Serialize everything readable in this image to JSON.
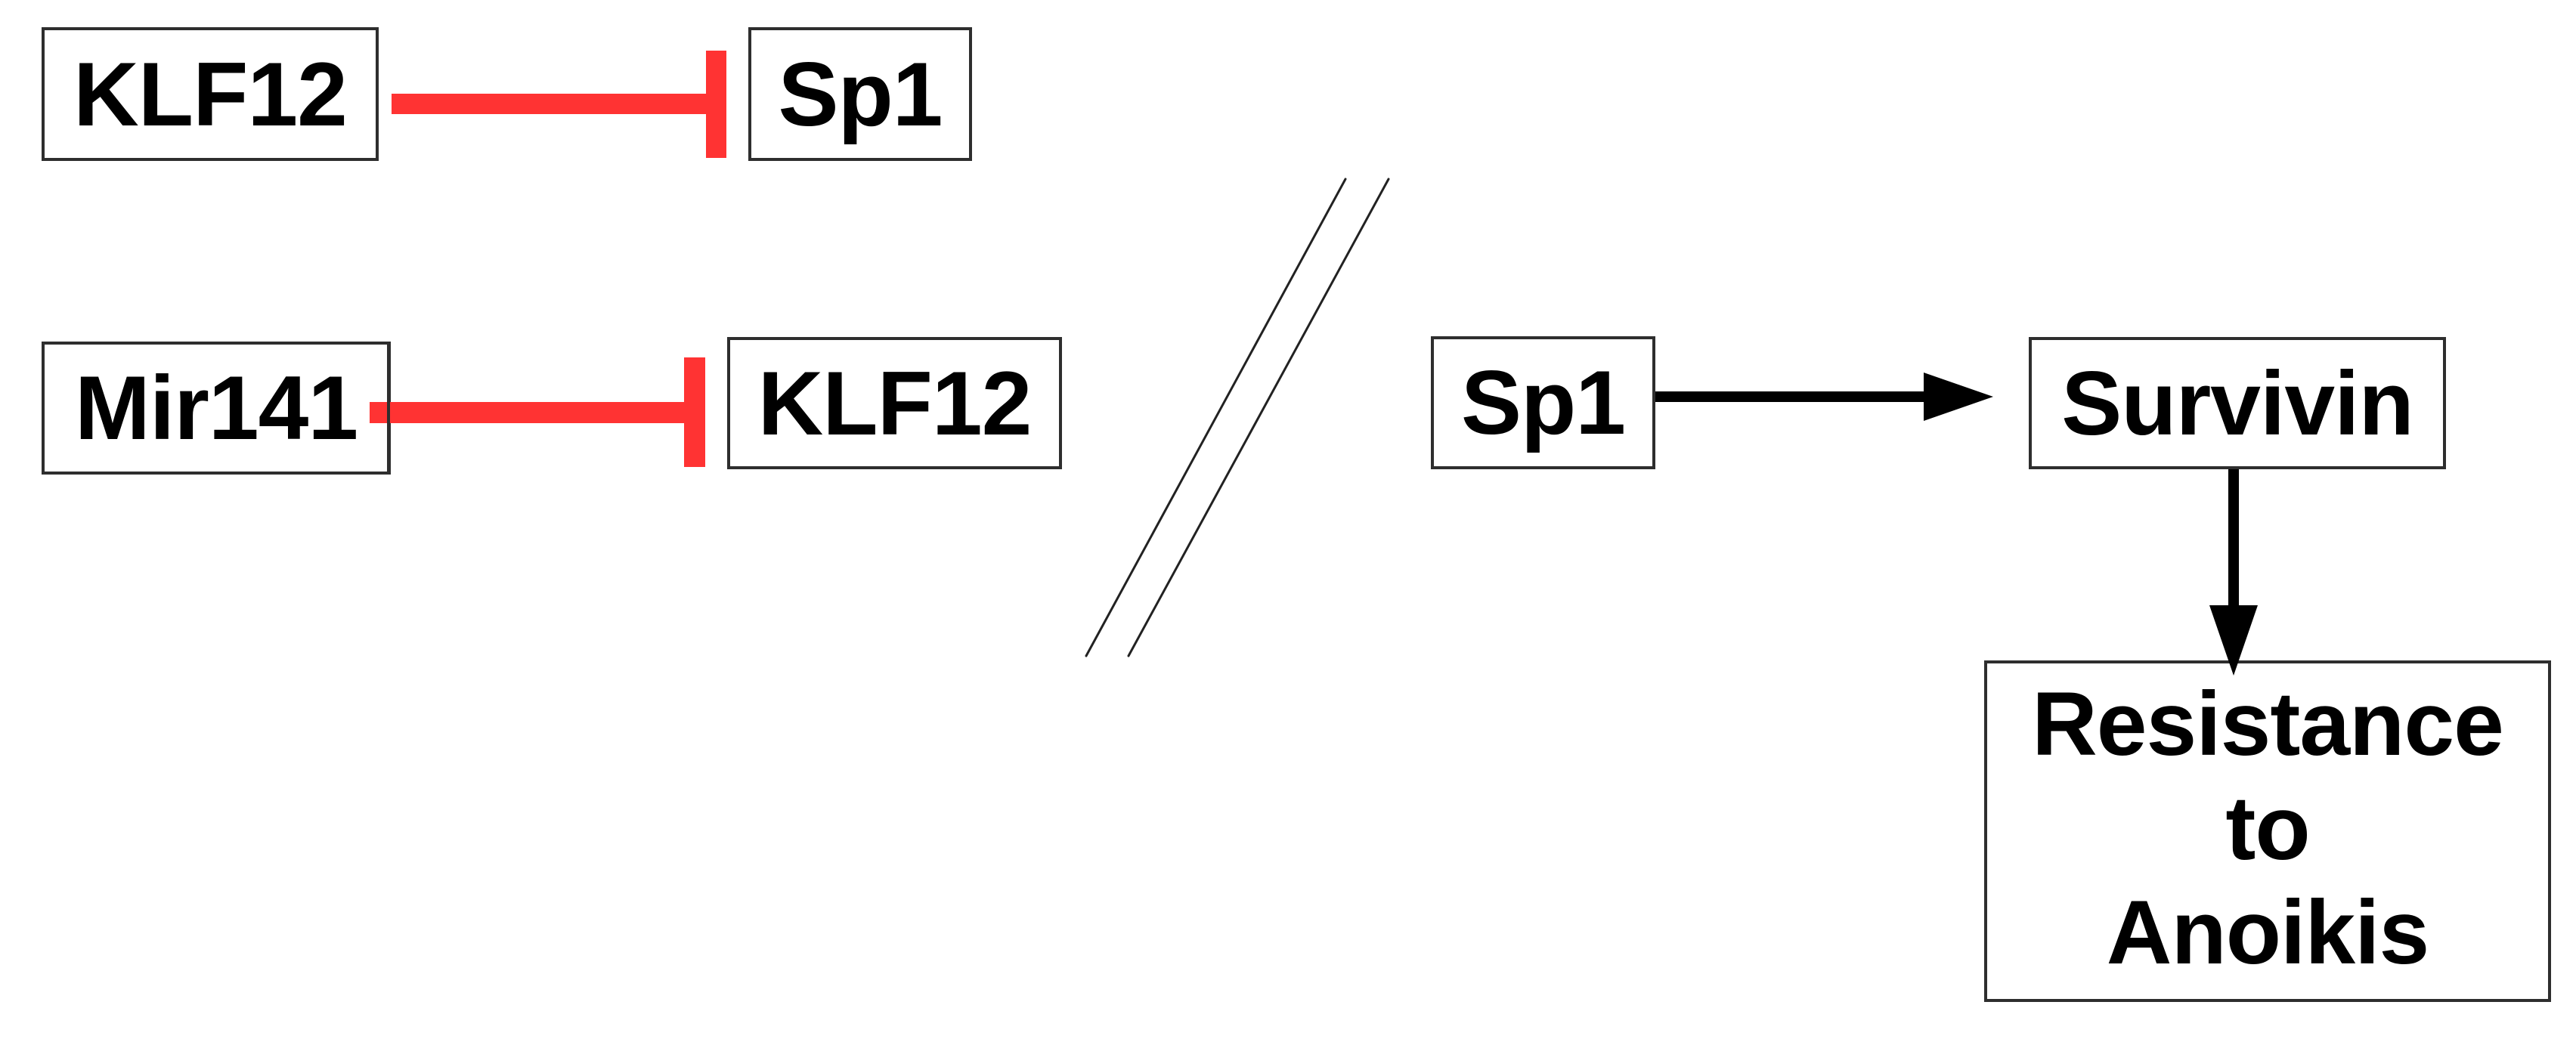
{
  "diagram": {
    "colors": {
      "inhibition": "#ff3333",
      "activation": "#000000",
      "box_border": "#2e2e2e",
      "separator": "#222222",
      "background": "#ffffff"
    },
    "nodes": {
      "klf12_top": {
        "label": "KLF12"
      },
      "sp1_top": {
        "label": "Sp1"
      },
      "mir141": {
        "label": "Mir141"
      },
      "klf12_mid": {
        "label": "KLF12"
      },
      "sp1_right": {
        "label": "Sp1"
      },
      "survivin": {
        "label": "Survivin"
      },
      "outcome": {
        "lines": [
          "Resistance",
          "to",
          "Anoikis"
        ]
      }
    },
    "edges": [
      {
        "from": "KLF12",
        "to": "Sp1",
        "type": "inhibition",
        "color": "#ff3333"
      },
      {
        "from": "Mir141",
        "to": "KLF12",
        "type": "inhibition",
        "color": "#ff3333"
      },
      {
        "from": "Sp1",
        "to": "Survivin",
        "type": "activation",
        "color": "#000000"
      },
      {
        "from": "Survivin",
        "to": "Resistance to Anoikis",
        "type": "activation",
        "color": "#000000"
      }
    ],
    "separator": {
      "type": "double-slash"
    }
  }
}
